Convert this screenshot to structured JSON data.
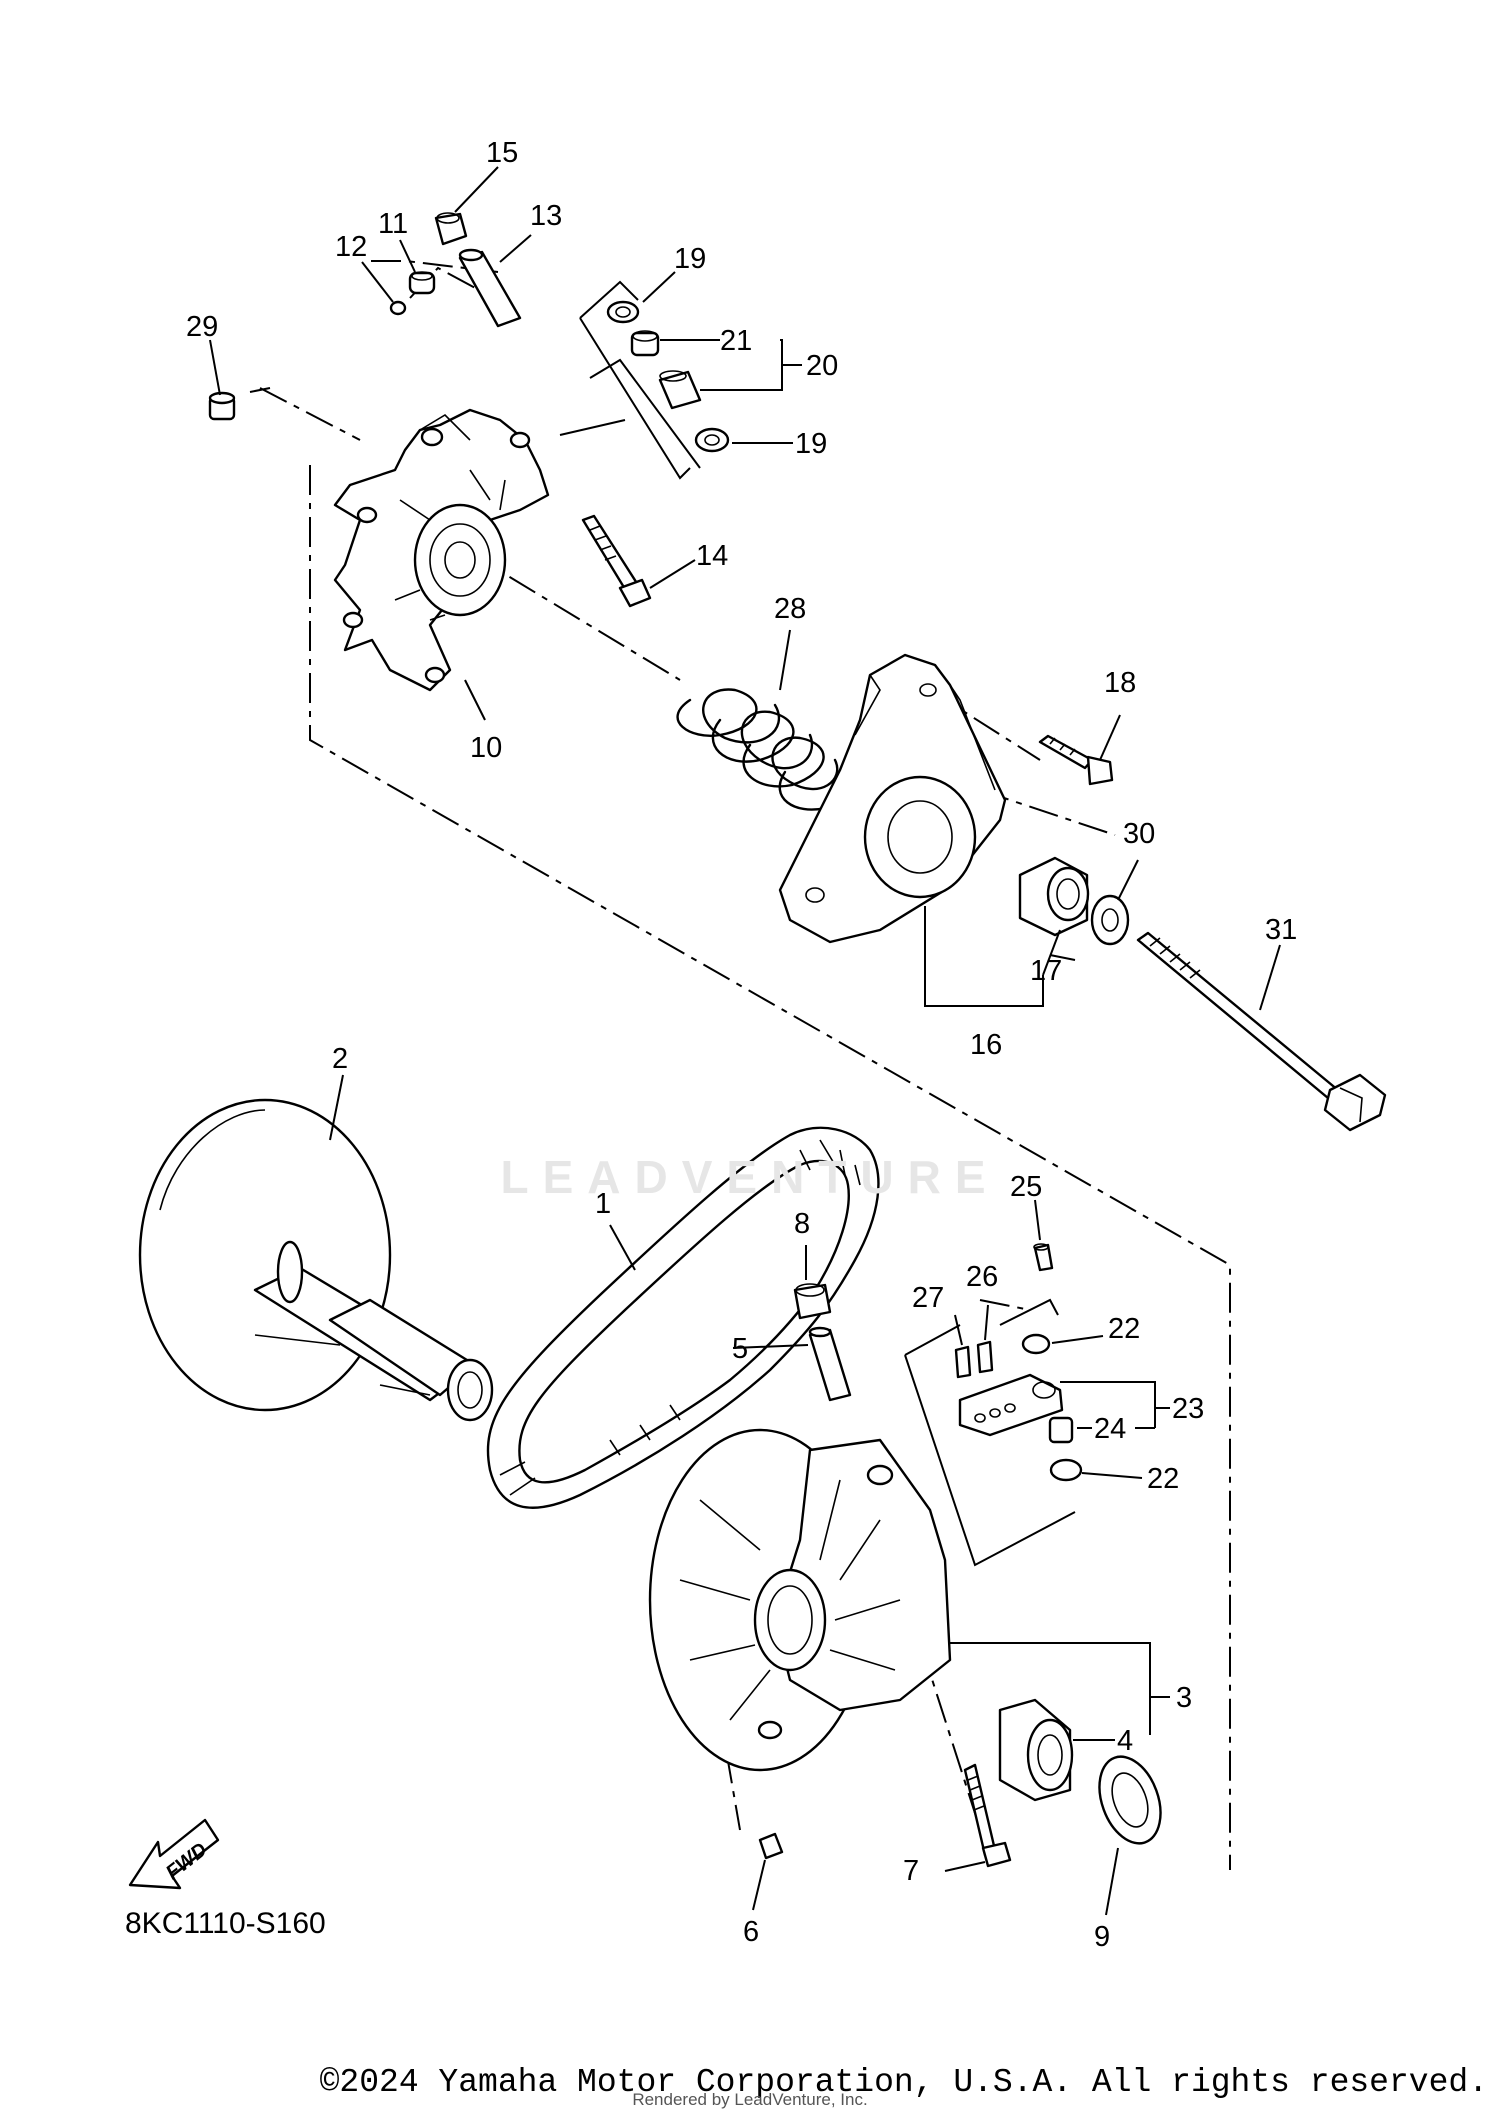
{
  "diagram": {
    "code": "8KC1110-S160",
    "fwd_label": "FWD",
    "labels": {
      "l1": "1",
      "l2": "2",
      "l3": "3",
      "l4": "4",
      "l5": "5",
      "l6": "6",
      "l7": "7",
      "l8": "8",
      "l9": "9",
      "l10": "10",
      "l11": "11",
      "l12": "12",
      "l13": "13",
      "l14": "14",
      "l15": "15",
      "l16": "16",
      "l17": "17",
      "l18": "18",
      "l19a": "19",
      "l19b": "19",
      "l20": "20",
      "l21": "21",
      "l22a": "22",
      "l22b": "22",
      "l23": "23",
      "l24": "24",
      "l25": "25",
      "l26": "26",
      "l27": "27",
      "l28": "28",
      "l29": "29",
      "l30": "30",
      "l31": "31"
    }
  },
  "watermark": "LEADVENTURE",
  "footer": {
    "copyright": "©2024 Yamaha Motor Corporation, U.S.A. All rights reserved.",
    "rendered_by": "Rendered by LeadVenture, Inc."
  }
}
